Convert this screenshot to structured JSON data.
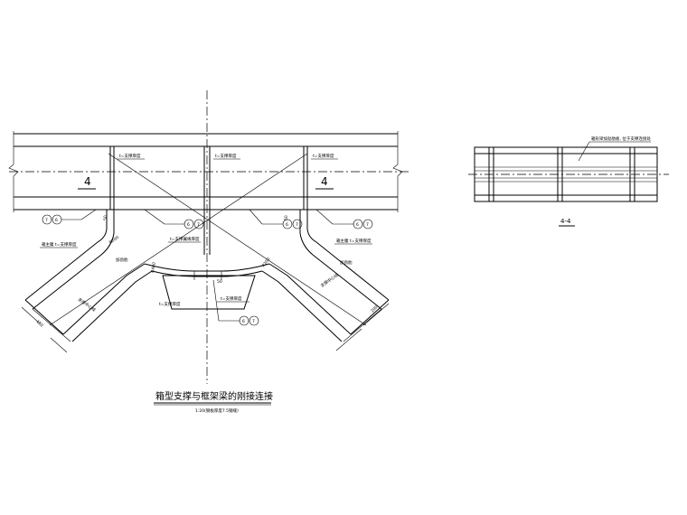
{
  "main_view": {
    "title": "箱型支撑与框架梁的刚接连接",
    "title_suffix": "·",
    "subtitle": "1:20(钢板厚度7.5钢缝)",
    "section_mark_left": "4",
    "section_mark_right": "4",
    "callout_76": [
      "7",
      "6"
    ],
    "callout_67": [
      "6",
      "7"
    ],
    "plate_labels": [
      "t=支撑厚度",
      "t=支撑厚度",
      "t=支撑厚度",
      "t=支撑翼缘厚度",
      "t=支撑厚度",
      "t=支撑厚度"
    ],
    "plate_note_left": "箱主腹 t=支撑厚度",
    "plate_note_right": "箱主腹 t=支撑厚度",
    "flange_note": "加劲肋",
    "center_note_left": "支撑中心线",
    "center_note_right": "支撑中心线",
    "radius_labels": [
      "R200",
      "R200",
      "R400"
    ],
    "dim_50_labels": [
      "50",
      "50",
      "50"
    ],
    "dim_150": "150",
    "dim_200": "200"
  },
  "section_view": {
    "label": "4-4",
    "note": "箱形梁加劲肋板, 位于支撑连接处"
  }
}
